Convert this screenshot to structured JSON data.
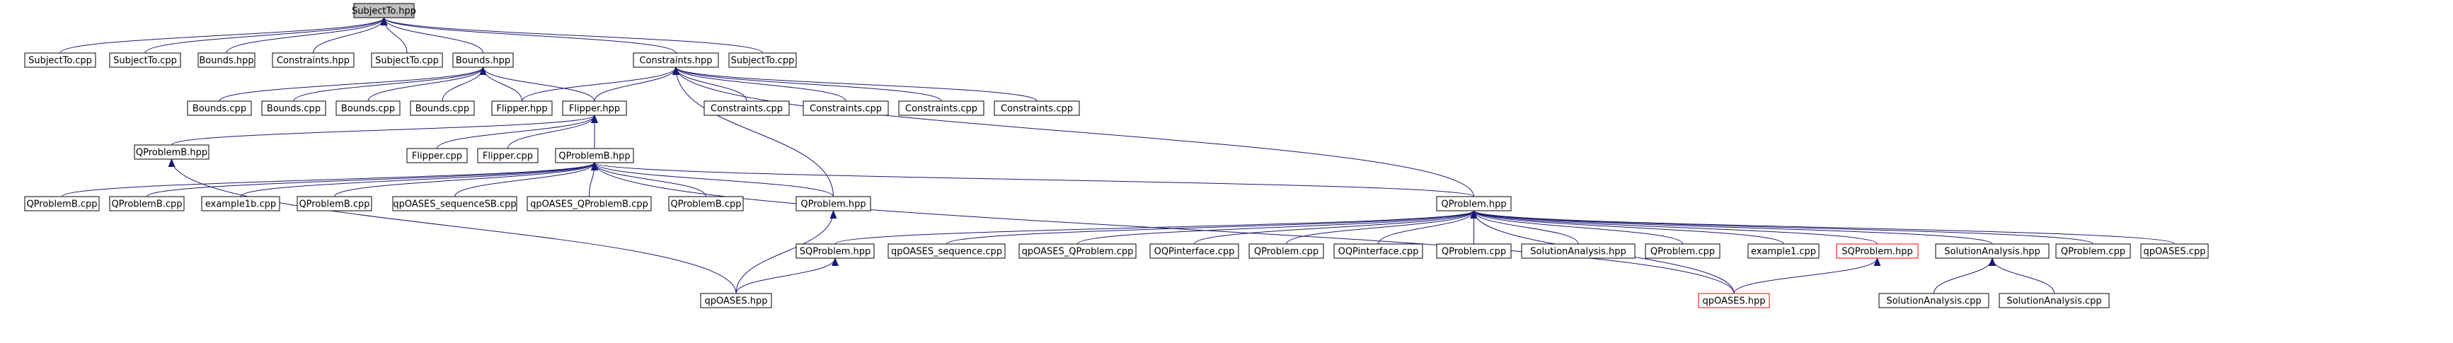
{
  "graph": {
    "colors": {
      "edge": "#191970",
      "root_fill": "#bfbfbf",
      "red_border": "#ff0000"
    },
    "nodes": [
      {
        "id": "subjectto_hpp",
        "label": "SubjectTo.hpp",
        "style": "root"
      },
      {
        "id": "subjectto_cpp_1",
        "label": "SubjectTo.cpp"
      },
      {
        "id": "subjectto_cpp_2",
        "label": "SubjectTo.cpp"
      },
      {
        "id": "bounds_hpp_top",
        "label": "Bounds.hpp"
      },
      {
        "id": "constraints_hpp_top",
        "label": "Constraints.hpp"
      },
      {
        "id": "subjectto_cpp_3",
        "label": "SubjectTo.cpp"
      },
      {
        "id": "bounds_hpp",
        "label": "Bounds.hpp"
      },
      {
        "id": "constraints_hpp",
        "label": "Constraints.hpp"
      },
      {
        "id": "subjectto_cpp_4",
        "label": "SubjectTo.cpp"
      },
      {
        "id": "bounds_cpp_1",
        "label": "Bounds.cpp"
      },
      {
        "id": "bounds_cpp_2",
        "label": "Bounds.cpp"
      },
      {
        "id": "bounds_cpp_3",
        "label": "Bounds.cpp"
      },
      {
        "id": "bounds_cpp_4",
        "label": "Bounds.cpp"
      },
      {
        "id": "flipper_hpp_left",
        "label": "Flipper.hpp"
      },
      {
        "id": "flipper_hpp",
        "label": "Flipper.hpp"
      },
      {
        "id": "constraints_cpp_1",
        "label": "Constraints.cpp"
      },
      {
        "id": "constraints_cpp_2",
        "label": "Constraints.cpp"
      },
      {
        "id": "constraints_cpp_3",
        "label": "Constraints.cpp"
      },
      {
        "id": "constraints_cpp_4",
        "label": "Constraints.cpp"
      },
      {
        "id": "qproblemb_hpp_left",
        "label": "QProblemB.hpp"
      },
      {
        "id": "flipper_cpp_1",
        "label": "Flipper.cpp"
      },
      {
        "id": "flipper_cpp_2",
        "label": "Flipper.cpp"
      },
      {
        "id": "qproblemb_hpp",
        "label": "QProblemB.hpp"
      },
      {
        "id": "qproblemb_cpp_1",
        "label": "QProblemB.cpp"
      },
      {
        "id": "qproblemb_cpp_2",
        "label": "QProblemB.cpp"
      },
      {
        "id": "example1b_cpp",
        "label": "example1b.cpp"
      },
      {
        "id": "qproblemb_cpp_3",
        "label": "QProblemB.cpp"
      },
      {
        "id": "qpoases_sequencesb_cpp",
        "label": "qpOASES_sequenceSB.cpp"
      },
      {
        "id": "qpoases_qproblemb_cpp",
        "label": "qpOASES_QProblemB.cpp"
      },
      {
        "id": "qproblemb_cpp_4",
        "label": "QProblemB.cpp"
      },
      {
        "id": "qproblem_hpp_mid",
        "label": "QProblem.hpp"
      },
      {
        "id": "qproblem_hpp",
        "label": "QProblem.hpp"
      },
      {
        "id": "sqproblem_hpp_left",
        "label": "SQProblem.hpp"
      },
      {
        "id": "qpoases_sequence_cpp",
        "label": "qpOASES_sequence.cpp"
      },
      {
        "id": "qpoases_qproblem_cpp",
        "label": "qpOASES_QProblem.cpp"
      },
      {
        "id": "oqpinterface_cpp_1",
        "label": "OQPinterface.cpp"
      },
      {
        "id": "qproblem_cpp_1",
        "label": "QProblem.cpp"
      },
      {
        "id": "oqpinterface_cpp_2",
        "label": "OQPinterface.cpp"
      },
      {
        "id": "qproblem_cpp_2",
        "label": "QProblem.cpp"
      },
      {
        "id": "solutionanalysis_hpp_1",
        "label": "SolutionAnalysis.hpp"
      },
      {
        "id": "qproblem_cpp_3",
        "label": "QProblem.cpp"
      },
      {
        "id": "example1_cpp",
        "label": "example1.cpp"
      },
      {
        "id": "sqproblem_hpp",
        "label": "SQProblem.hpp",
        "style": "red"
      },
      {
        "id": "solutionanalysis_hpp_2",
        "label": "SolutionAnalysis.hpp"
      },
      {
        "id": "qproblem_cpp_4",
        "label": "QProblem.cpp"
      },
      {
        "id": "qpoases_cpp",
        "label": "qpOASES.cpp"
      },
      {
        "id": "qpoases_hpp_left",
        "label": "qpOASES.hpp"
      },
      {
        "id": "qpoases_hpp",
        "label": "qpOASES.hpp",
        "style": "red"
      },
      {
        "id": "solutionanalysis_cpp_1",
        "label": "SolutionAnalysis.cpp"
      },
      {
        "id": "solutionanalysis_cpp_2",
        "label": "SolutionAnalysis.cpp"
      }
    ],
    "edges": [
      {
        "from": "subjectto_cpp_1",
        "to": "subjectto_hpp"
      },
      {
        "from": "subjectto_cpp_2",
        "to": "subjectto_hpp"
      },
      {
        "from": "bounds_hpp_top",
        "to": "subjectto_hpp"
      },
      {
        "from": "constraints_hpp_top",
        "to": "subjectto_hpp"
      },
      {
        "from": "subjectto_cpp_3",
        "to": "subjectto_hpp"
      },
      {
        "from": "bounds_hpp",
        "to": "subjectto_hpp"
      },
      {
        "from": "constraints_hpp",
        "to": "subjectto_hpp"
      },
      {
        "from": "subjectto_cpp_4",
        "to": "subjectto_hpp"
      },
      {
        "from": "bounds_cpp_1",
        "to": "bounds_hpp"
      },
      {
        "from": "bounds_cpp_2",
        "to": "bounds_hpp"
      },
      {
        "from": "bounds_cpp_3",
        "to": "bounds_hpp"
      },
      {
        "from": "bounds_cpp_4",
        "to": "bounds_hpp"
      },
      {
        "from": "flipper_hpp_left",
        "to": "bounds_hpp"
      },
      {
        "from": "flipper_hpp",
        "to": "bounds_hpp"
      },
      {
        "from": "flipper_hpp_left",
        "to": "constraints_hpp"
      },
      {
        "from": "flipper_hpp",
        "to": "constraints_hpp"
      },
      {
        "from": "constraints_cpp_1",
        "to": "constraints_hpp"
      },
      {
        "from": "constraints_cpp_2",
        "to": "constraints_hpp"
      },
      {
        "from": "constraints_cpp_3",
        "to": "constraints_hpp"
      },
      {
        "from": "constraints_cpp_4",
        "to": "constraints_hpp"
      },
      {
        "from": "qproblem_hpp_mid",
        "to": "constraints_hpp"
      },
      {
        "from": "qproblem_hpp",
        "to": "constraints_hpp"
      },
      {
        "from": "qproblemb_hpp_left",
        "to": "flipper_hpp"
      },
      {
        "from": "flipper_cpp_1",
        "to": "flipper_hpp"
      },
      {
        "from": "flipper_cpp_2",
        "to": "flipper_hpp"
      },
      {
        "from": "qproblemb_hpp",
        "to": "flipper_hpp"
      },
      {
        "from": "qpoases_hpp_left",
        "to": "qproblemb_hpp_left"
      },
      {
        "from": "qproblemb_cpp_1",
        "to": "qproblemb_hpp"
      },
      {
        "from": "qproblemb_cpp_2",
        "to": "qproblemb_hpp"
      },
      {
        "from": "example1b_cpp",
        "to": "qproblemb_hpp"
      },
      {
        "from": "qproblemb_cpp_3",
        "to": "qproblemb_hpp"
      },
      {
        "from": "qpoases_sequencesb_cpp",
        "to": "qproblemb_hpp"
      },
      {
        "from": "qpoases_qproblemb_cpp",
        "to": "qproblemb_hpp"
      },
      {
        "from": "qproblemb_cpp_4",
        "to": "qproblemb_hpp"
      },
      {
        "from": "qproblem_hpp_mid",
        "to": "qproblemb_hpp"
      },
      {
        "from": "qproblem_hpp",
        "to": "qproblemb_hpp"
      },
      {
        "from": "qpoases_hpp",
        "to": "qproblemb_hpp"
      },
      {
        "from": "qpoases_hpp_left",
        "to": "qproblem_hpp_mid"
      },
      {
        "from": "sqproblem_hpp_left",
        "to": "qproblem_hpp"
      },
      {
        "from": "qpoases_sequence_cpp",
        "to": "qproblem_hpp"
      },
      {
        "from": "qpoases_qproblem_cpp",
        "to": "qproblem_hpp"
      },
      {
        "from": "oqpinterface_cpp_1",
        "to": "qproblem_hpp"
      },
      {
        "from": "qproblem_cpp_1",
        "to": "qproblem_hpp"
      },
      {
        "from": "oqpinterface_cpp_2",
        "to": "qproblem_hpp"
      },
      {
        "from": "qproblem_cpp_2",
        "to": "qproblem_hpp"
      },
      {
        "from": "solutionanalysis_hpp_1",
        "to": "qproblem_hpp"
      },
      {
        "from": "qproblem_cpp_3",
        "to": "qproblem_hpp"
      },
      {
        "from": "example1_cpp",
        "to": "qproblem_hpp"
      },
      {
        "from": "sqproblem_hpp",
        "to": "qproblem_hpp"
      },
      {
        "from": "solutionanalysis_hpp_2",
        "to": "qproblem_hpp"
      },
      {
        "from": "qproblem_cpp_4",
        "to": "qproblem_hpp"
      },
      {
        "from": "qpoases_cpp",
        "to": "qproblem_hpp"
      },
      {
        "from": "qpoases_hpp",
        "to": "qproblem_hpp"
      },
      {
        "from": "qpoases_hpp_left",
        "to": "sqproblem_hpp_left"
      },
      {
        "from": "qpoases_hpp",
        "to": "sqproblem_hpp"
      },
      {
        "from": "solutionanalysis_cpp_1",
        "to": "solutionanalysis_hpp_2"
      },
      {
        "from": "solutionanalysis_cpp_2",
        "to": "solutionanalysis_hpp_2"
      }
    ]
  }
}
